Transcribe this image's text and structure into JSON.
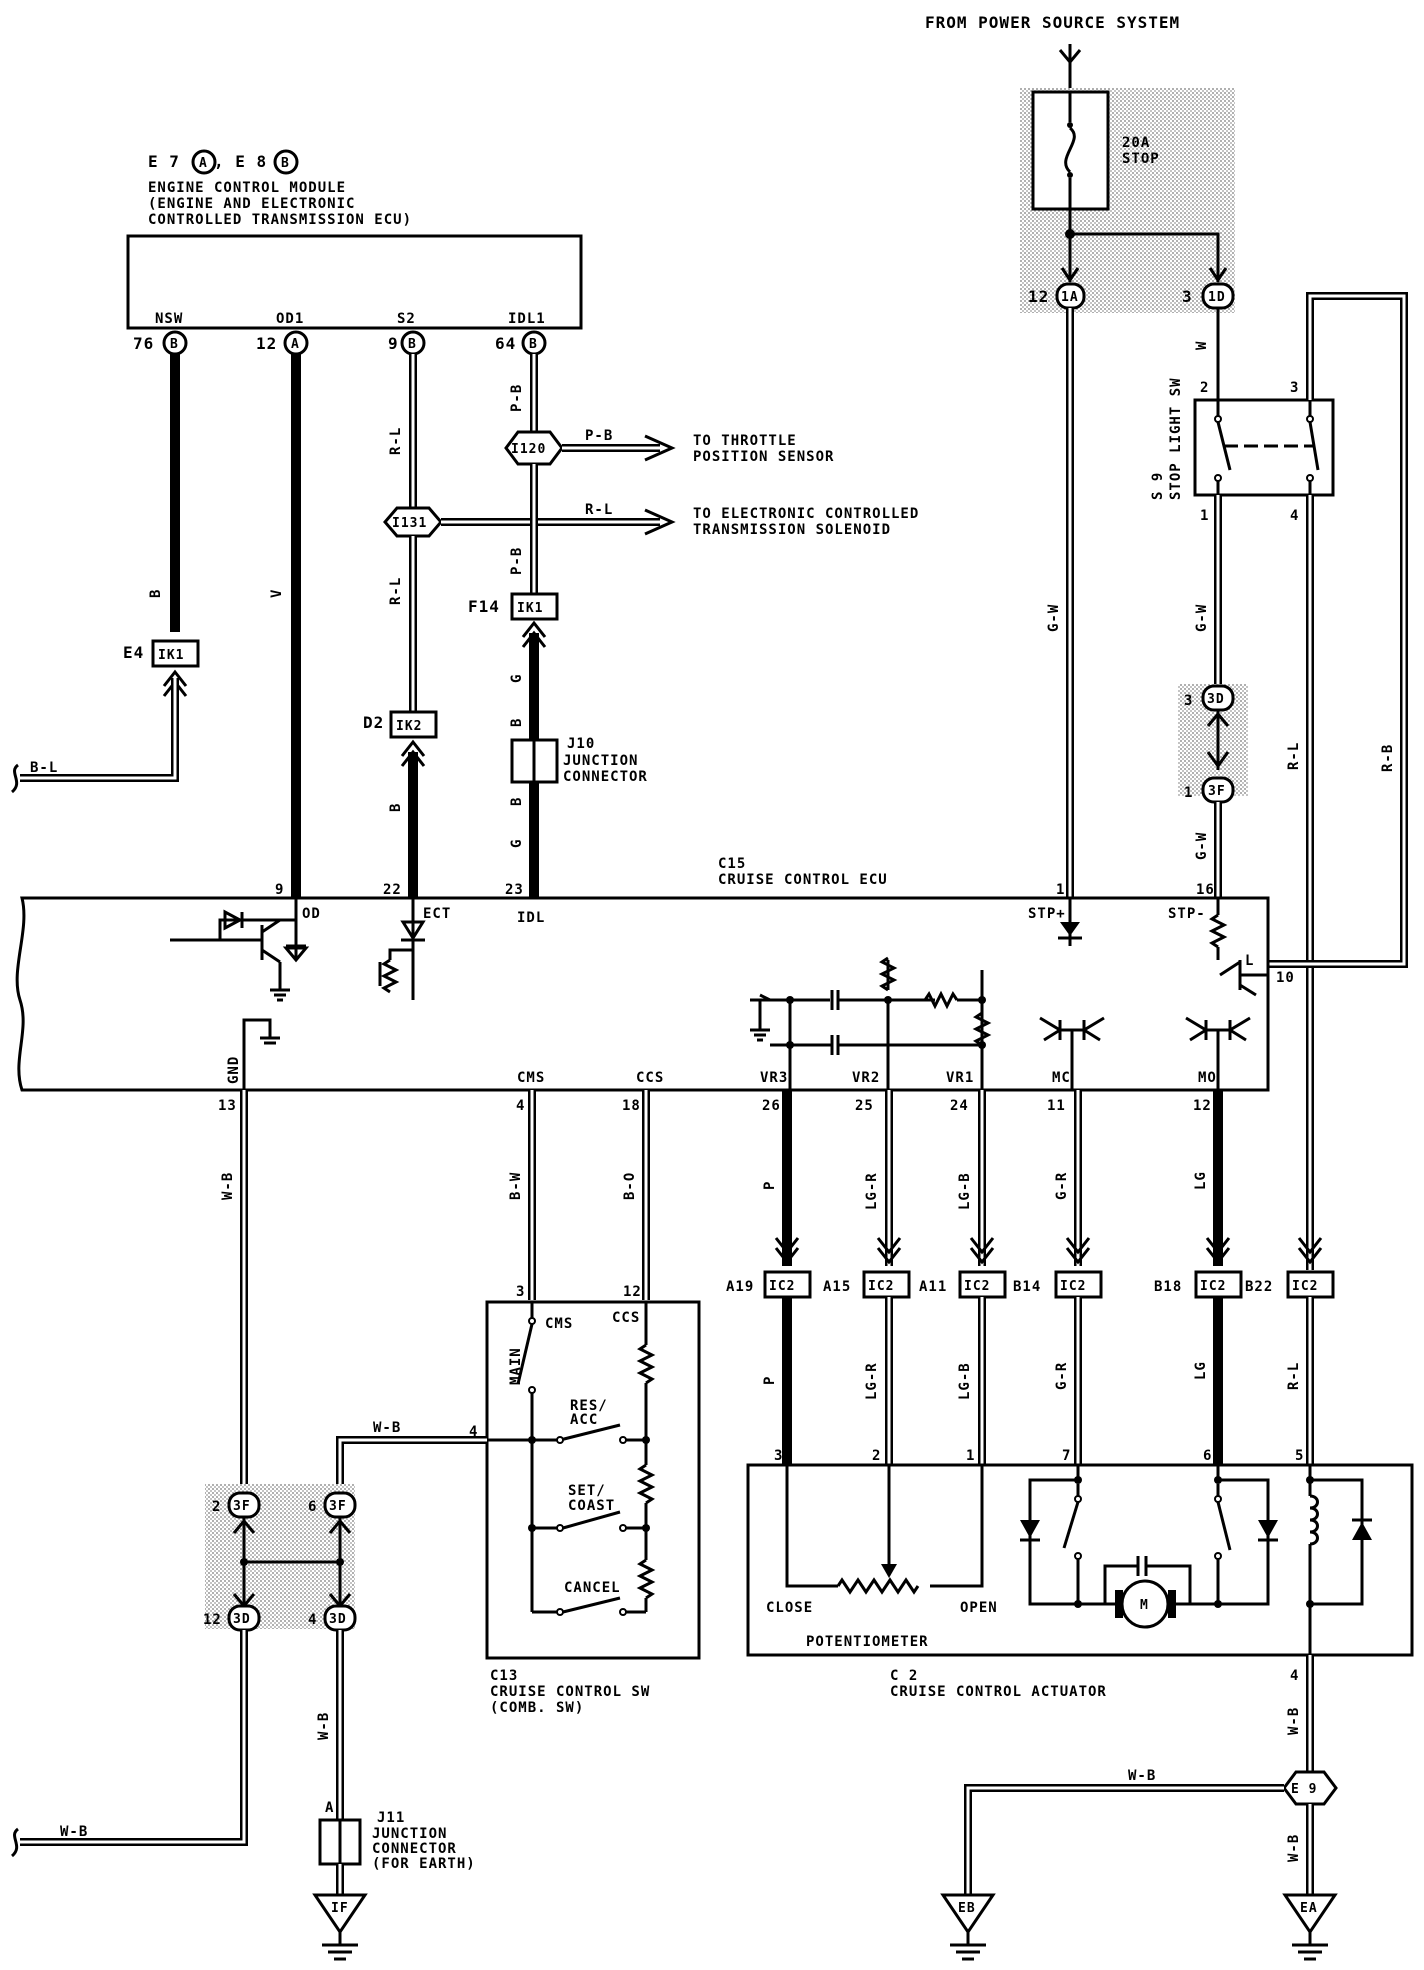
{
  "header": {
    "power_source": "FROM POWER SOURCE SYSTEM"
  },
  "ecm": {
    "ref": "E 7",
    "ref_a": "A",
    "ref_sep": ", E 8",
    "ref_b": "B",
    "title_line1": "ENGINE CONTROL MODULE",
    "title_line2": "(ENGINE AND ELECTRONIC",
    "title_line3": " CONTROLLED TRANSMISSION ECU)",
    "pins": [
      {
        "name": "NSW",
        "num": "76",
        "conn": "B"
      },
      {
        "name": "OD1",
        "num": "12",
        "conn": "A"
      },
      {
        "name": "S2",
        "num": "9",
        "conn": "B"
      },
      {
        "name": "IDL1",
        "num": "64",
        "conn": "B"
      }
    ]
  },
  "fuse": {
    "rating": "20A",
    "name": "STOP",
    "conn_left_pin": "12",
    "conn_left": "1A",
    "conn_right_pin": "3",
    "conn_right": "1D"
  },
  "stop_light_sw": {
    "ref": "S 9",
    "name": "STOP LIGHT SW",
    "pins": [
      "2",
      "3",
      "1",
      "4"
    ]
  },
  "junctions": {
    "i120": "I120",
    "i131": "I131",
    "to_tps": "TO THROTTLE",
    "to_tps2": "POSITION SENSOR",
    "to_ect": "TO ELECTRONIC CONTROLLED",
    "to_ect2": "TRANSMISSION SOLENOID",
    "pb": "P-B",
    "rl": "R-L",
    "e4": "E4",
    "ik1": "IK1",
    "d2": "D2",
    "ik2": "IK2",
    "f14": "F14",
    "j10": "J10",
    "j10_name1": "JUNCTION",
    "j10_name2": "CONNECTOR",
    "bl": "B-L"
  },
  "wire_colors": {
    "b": "B",
    "v": "V",
    "rl": "R-L",
    "pb": "P-B",
    "g": "G",
    "gw": "G-W",
    "w": "W",
    "rb": "R-B",
    "wb": "W-B",
    "bw": "B-W",
    "bo": "B-O",
    "p": "P",
    "lgr": "LG-R",
    "lgb": "LG-B",
    "gr": "G-R",
    "lg": "LG"
  },
  "cruise_ecu": {
    "ref": "C15",
    "name": "CRUISE CONTROL ECU",
    "top_pins": [
      {
        "num": "9",
        "name": "OD"
      },
      {
        "num": "22",
        "name": "ECT"
      },
      {
        "num": "23",
        "name": "IDL"
      },
      {
        "num": "1",
        "name": "STP+"
      },
      {
        "num": "16",
        "name": "STP-"
      }
    ],
    "right_pin": {
      "num": "10",
      "name": "L"
    },
    "bottom_pins": [
      {
        "num": "13",
        "name": "GND"
      },
      {
        "num": "4",
        "name": "CMS"
      },
      {
        "num": "18",
        "name": "CCS"
      },
      {
        "num": "26",
        "name": "VR3"
      },
      {
        "num": "25",
        "name": "VR2"
      },
      {
        "num": "24",
        "name": "VR1"
      },
      {
        "num": "11",
        "name": "MC"
      },
      {
        "num": "12",
        "name": "MO"
      }
    ]
  },
  "connectors": {
    "c3d_top": "3D",
    "c3d_top_pin": "3",
    "c3f_top": "3F",
    "c3f_top_pin": "1",
    "ic2": [
      {
        "pre": "A19",
        "label": "IC2"
      },
      {
        "pre": "A15",
        "label": "IC2"
      },
      {
        "pre": "A11",
        "label": "IC2"
      },
      {
        "pre": "B14",
        "label": "IC2"
      },
      {
        "pre": "B18",
        "label": "IC2"
      },
      {
        "pre": "B22",
        "label": "IC2"
      }
    ],
    "c3f_a": "3F",
    "c3f_a_pin": "2",
    "c3f_b": "3F",
    "c3f_b_pin": "6",
    "c3d_a": "3D",
    "c3d_a_pin": "12",
    "c3d_b": "3D",
    "c3d_b_pin": "4"
  },
  "cruise_sw": {
    "ref": "C13",
    "name1": "CRUISE CONTROL SW",
    "name2": "(COMB. SW)",
    "pin_cms": "3",
    "pin_ccs": "12",
    "pin_4": "4",
    "cms": "CMS",
    "ccs": "CCS",
    "main": "MAIN",
    "res": "RES/",
    "acc": "ACC",
    "set": "SET/",
    "coast": "COAST",
    "cancel": "CANCEL"
  },
  "actuator": {
    "ref": "C 2",
    "name": "CRUISE CONTROL ACTUATOR",
    "pins": [
      "3",
      "2",
      "1",
      "7",
      "6",
      "5"
    ],
    "close": "CLOSE",
    "open": "OPEN",
    "pot": "POTENTIOMETER",
    "motor": "M",
    "out_pin": "4"
  },
  "ground": {
    "j11": "J11",
    "j11_name1": "JUNCTION",
    "j11_name2": "CONNECTOR",
    "j11_name3": "(FOR EARTH)",
    "j11_pin": "A",
    "if": "IF",
    "eb": "EB",
    "ea": "EA",
    "e9": "E 9"
  }
}
